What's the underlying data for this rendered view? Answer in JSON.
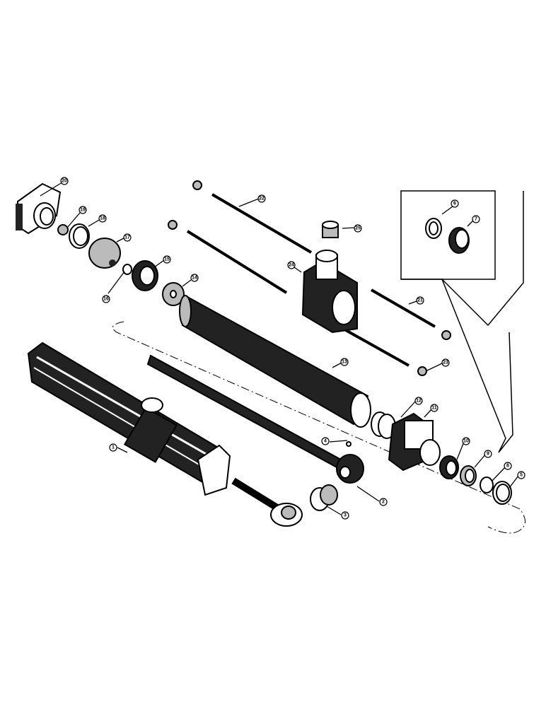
{
  "diagram": {
    "type": "exploded parts view",
    "callouts": [
      {
        "id": "c1",
        "label": "1"
      },
      {
        "id": "c2",
        "label": "2"
      },
      {
        "id": "c3",
        "label": "3"
      },
      {
        "id": "c4",
        "label": "4"
      },
      {
        "id": "c5",
        "label": "5"
      },
      {
        "id": "c6",
        "label": "6"
      },
      {
        "id": "c7",
        "label": "7"
      },
      {
        "id": "c8",
        "label": "8"
      },
      {
        "id": "c9",
        "label": "9"
      },
      {
        "id": "c10",
        "label": "10"
      },
      {
        "id": "c11",
        "label": "11"
      },
      {
        "id": "c12",
        "label": "12"
      },
      {
        "id": "c13",
        "label": "13"
      },
      {
        "id": "c14",
        "label": "14"
      },
      {
        "id": "c15",
        "label": "15"
      },
      {
        "id": "c16",
        "label": "16"
      },
      {
        "id": "c17",
        "label": "17"
      },
      {
        "id": "c18",
        "label": "18"
      },
      {
        "id": "c19",
        "label": "19"
      },
      {
        "id": "c20",
        "label": "20"
      },
      {
        "id": "c21",
        "label": "21"
      },
      {
        "id": "c22",
        "label": "22"
      },
      {
        "id": "c23",
        "label": "23"
      },
      {
        "id": "c24",
        "label": "24"
      },
      {
        "id": "c25",
        "label": "25"
      }
    ]
  }
}
